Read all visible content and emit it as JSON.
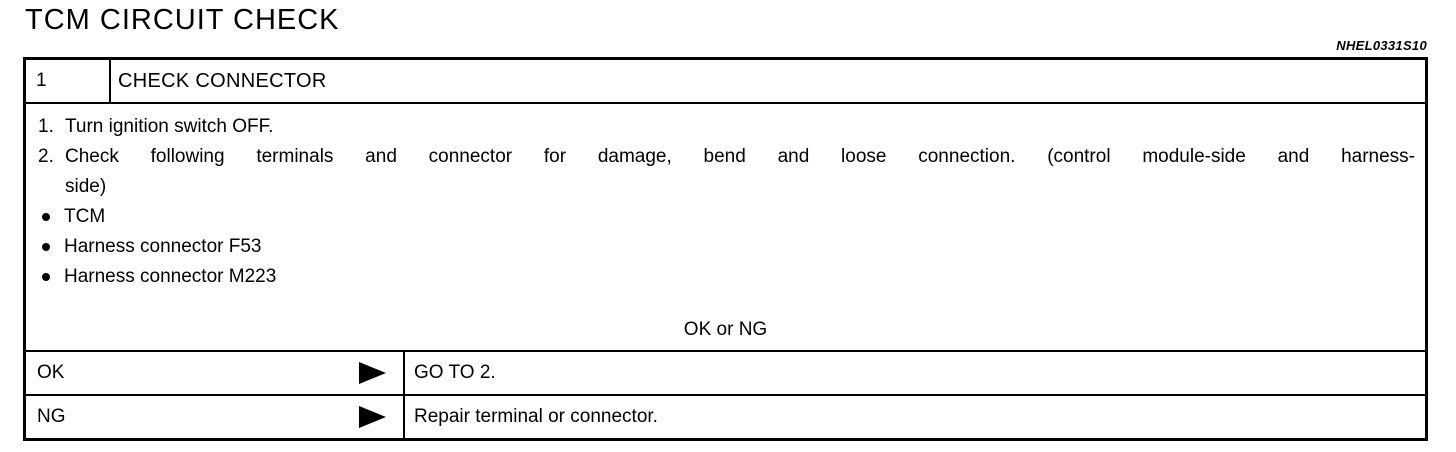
{
  "page": {
    "title": "TCM CIRCUIT CHECK",
    "figure_code": "NHEL0331S10"
  },
  "step": {
    "number": "1",
    "title": "CHECK CONNECTOR",
    "instructions": [
      {
        "number": "1.",
        "text": "Turn ignition switch OFF."
      },
      {
        "number": "2.",
        "text": "Check following terminals and connector for damage, bend and loose connection. (control module-side and harness-side)"
      }
    ],
    "check_items": [
      "TCM",
      "Harness connector F53",
      "Harness connector M223"
    ],
    "decision_prompt": "OK or NG",
    "outcomes": [
      {
        "result": "OK",
        "action": "GO TO 2."
      },
      {
        "result": "NG",
        "action": "Repair terminal or connector."
      }
    ]
  },
  "icons": {
    "outcome_arrow": "black-right-pointing-triangle",
    "check_item_bullet": "black-filled-circle"
  },
  "colors": {
    "text": "#000000",
    "border": "#000000",
    "background": "#ffffff"
  }
}
